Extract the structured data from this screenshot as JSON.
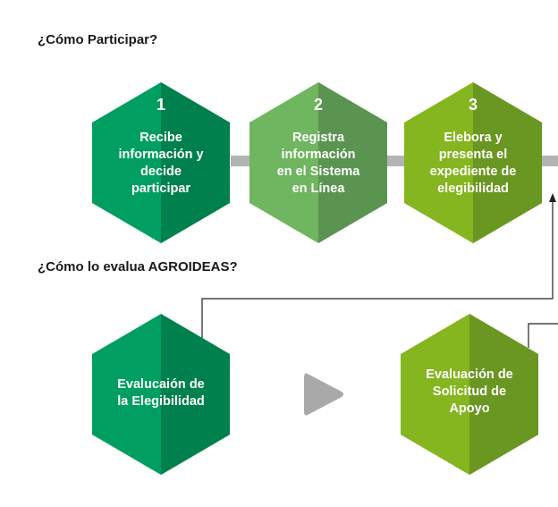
{
  "headings": {
    "participate": "¿Cómo Participar?",
    "evaluate": "¿Cómo lo evalua AGROIDEAS?"
  },
  "steps": [
    {
      "number": "1",
      "lines": [
        "Recibe",
        "información y",
        "decide",
        "participar"
      ]
    },
    {
      "number": "2",
      "lines": [
        "Registra",
        "información",
        "en el Sistema",
        "en Línea"
      ]
    },
    {
      "number": "3",
      "lines": [
        "Elebora y",
        "presenta el",
        "expediente de",
        "elegibilidad"
      ]
    }
  ],
  "evaluations": [
    {
      "lines": [
        "Evalucaión de",
        "la Elegibilidad"
      ]
    },
    {
      "lines": [
        "Evaluación de",
        "Solicitud de",
        "Apoyo"
      ]
    }
  ],
  "icons": {
    "connector_arrow": "arrow-up-icon",
    "next": "play-arrow-icon"
  },
  "colors": {
    "dark_green_light": "#009e61",
    "dark_green_shade": "#00804d",
    "mid_green_light": "#70b55f",
    "mid_green_shade": "#5b9450",
    "lime_light": "#85b51f",
    "lime_shade": "#6a9622",
    "connector_bar": "#b3b3b3",
    "arrow_gray": "#a9a9a9"
  }
}
